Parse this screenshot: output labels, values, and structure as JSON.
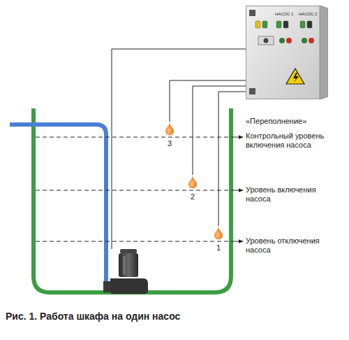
{
  "diagram": {
    "caption": "Рис. 1. Работа шкафа на один насос",
    "nodes": [
      {
        "text": [
          "НАСОС 1",
          "НАСОС 2"
        ]
      },
      {
        "text": [
          "3"
        ]
      },
      {
        "text": [
          "2"
        ]
      },
      {
        "text": [
          "1"
        ]
      }
    ],
    "edges": [
      {
        "from": 1,
        "to": 0,
        "arrow": "none"
      },
      {
        "from": 2,
        "to": 0,
        "arrow": "none"
      },
      {
        "from": 3,
        "to": 0,
        "arrow": "none"
      }
    ],
    "labels": [
      "«Переполнение»",
      "Контрольный уровень включения насоса",
      "Уровень включения насоса",
      "Уровень отключения насоса"
    ]
  }
}
